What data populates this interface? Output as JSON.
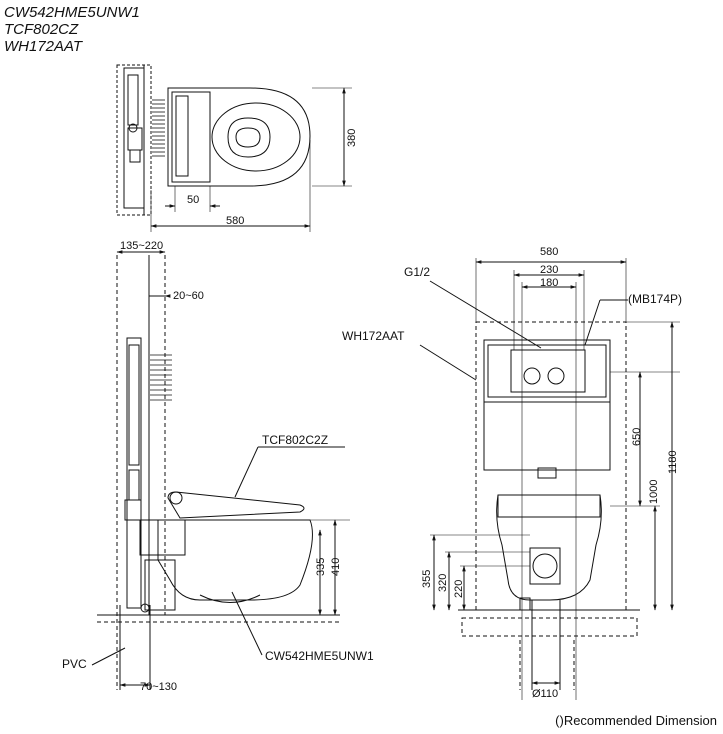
{
  "models": [
    "CW542HME5UNW1",
    "TCF802CZ",
    "WH172AAT"
  ],
  "top_view": {
    "dim_depth": "380",
    "dim_offset": "50",
    "dim_length": "580"
  },
  "side_view": {
    "dim_frame_depth": "135~220",
    "dim_wall": "20~60",
    "label_seat": "TCF802C2Z",
    "dim_rim_height": "335",
    "dim_seat_height": "410",
    "label_pipe": "PVC",
    "label_bowl": "CW542HME5UNW1",
    "dim_drain_offset": "70~130"
  },
  "front_view": {
    "dim_frame_width": "580",
    "dim_inlet_width": "230",
    "dim_inlet_center": "180",
    "label_inlet": "G1/2",
    "label_tank": "WH172AAT",
    "label_part": "(MB174P)",
    "dim_650": "650",
    "dim_1000": "1000",
    "dim_1180": "1180",
    "dim_355": "355",
    "dim_320a": "320",
    "dim_320b": "220",
    "dim_drain": "Ø110"
  },
  "footer_note": "()Recommended Dimension"
}
